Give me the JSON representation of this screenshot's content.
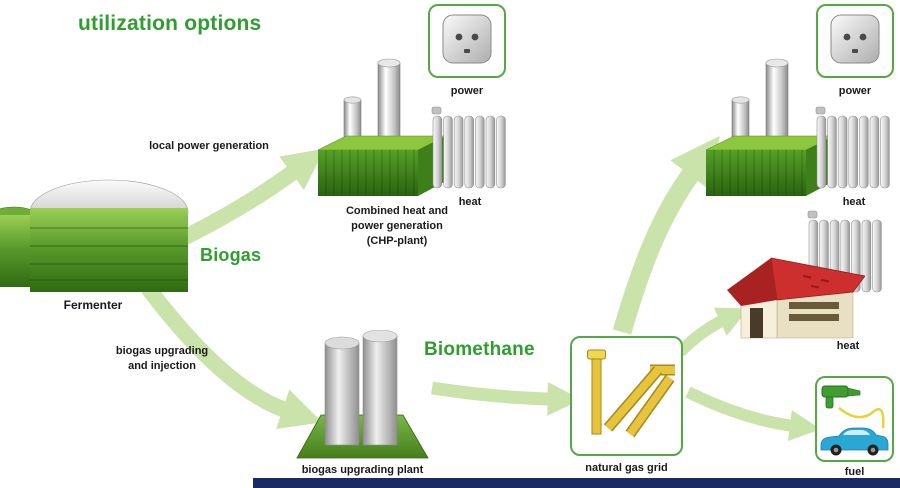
{
  "title": "utilization options",
  "palette": {
    "accent_green": "#2f9e2f",
    "arrow_green": "#c9e3ab",
    "box_border_green": "#53a943",
    "roof_red": "#cd2e2e",
    "pipe_yellow": "#e6c53c",
    "car_blue": "#2ba7d6",
    "footer_navy": "#1b2a63"
  },
  "nodes": {
    "fermenter": {
      "label": "Fermenter"
    },
    "biogas": {
      "label": "Biogas"
    },
    "biomethane": {
      "label": "Biomethane"
    },
    "chp_left": {
      "line1": "Combined heat and",
      "line2": "power generation",
      "line3": "(CHP-plant)"
    },
    "upgrading_plant": {
      "label": "biogas upgrading plant"
    },
    "gas_grid": {
      "label": "natural gas grid"
    },
    "power_left": {
      "label": "power"
    },
    "heat_left": {
      "label": "heat"
    },
    "power_right": {
      "label": "power"
    },
    "heat_right": {
      "label": "heat"
    },
    "heat_house": {
      "label": "heat"
    },
    "fuel": {
      "label": "fuel"
    }
  },
  "arrows": {
    "local_power": {
      "label": "local power generation"
    },
    "upgrading": {
      "line1": "biogas upgrading",
      "line2": "and injection"
    }
  }
}
